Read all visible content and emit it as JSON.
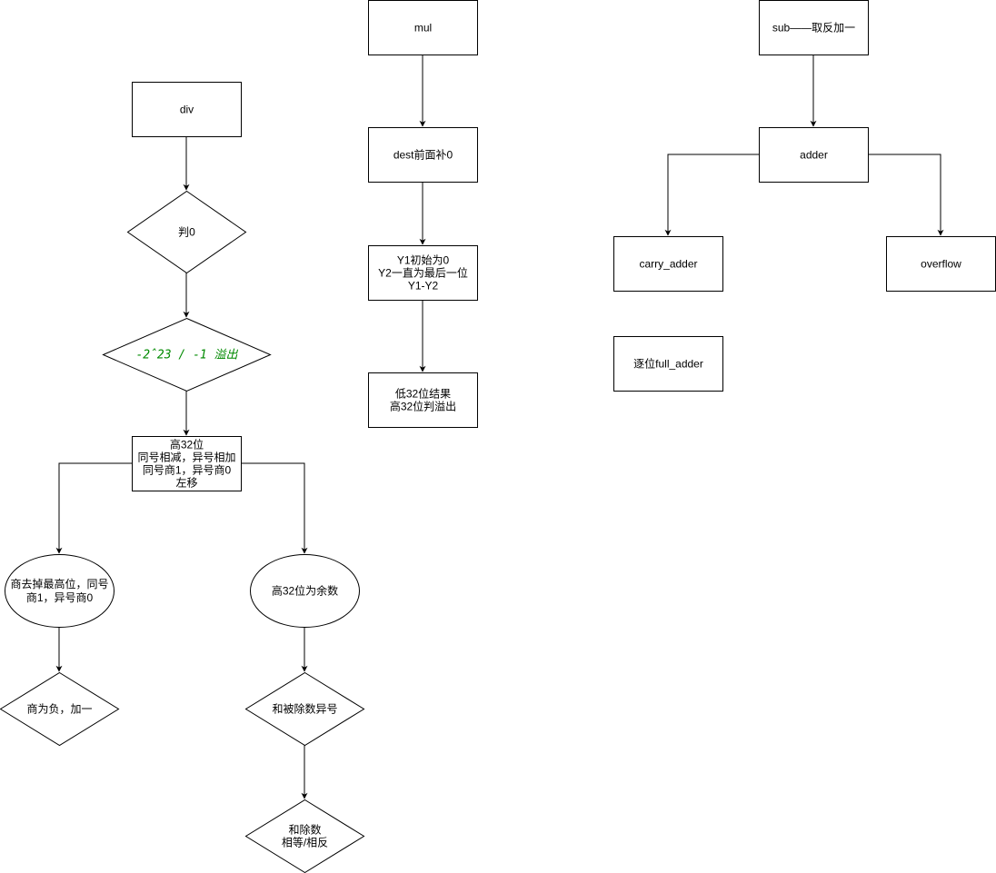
{
  "nodes": {
    "div": {
      "lines": [
        "div"
      ]
    },
    "check_zero": {
      "lines": [
        "判0"
      ]
    },
    "overflow_check": {
      "lines": [
        "-2ˆ23 / -1  溢出"
      ]
    },
    "high32_step": {
      "lines": [
        "高32位",
        "同号相减，异号相加",
        "同号商1，异号商0",
        "左移"
      ]
    },
    "quotient_shift": {
      "lines": [
        "商去掉最高位，同号",
        "商1，异号商0"
      ]
    },
    "quotient_negative": {
      "lines": [
        "商为负，加一"
      ]
    },
    "high32_remainder": {
      "lines": [
        "高32位为余数"
      ]
    },
    "dividend_sign": {
      "lines": [
        "和被除数异号"
      ]
    },
    "divisor_compare": {
      "lines": [
        "和除数",
        "相等/相反"
      ]
    },
    "mul": {
      "lines": [
        "mul"
      ]
    },
    "dest_pad": {
      "lines": [
        "dest前面补0"
      ]
    },
    "y_init": {
      "lines": [
        "Y1初始为0",
        "Y2一直为最后一位",
        "Y1-Y2"
      ]
    },
    "low32_result": {
      "lines": [
        "低32位结果",
        "高32位判溢出"
      ]
    },
    "sub": {
      "lines": [
        "sub——取反加一"
      ]
    },
    "adder": {
      "lines": [
        "adder"
      ]
    },
    "carry_adder": {
      "lines": [
        "carry_adder"
      ]
    },
    "overflow": {
      "lines": [
        "overflow"
      ]
    },
    "full_adder": {
      "lines": [
        "逐位full_adder"
      ]
    }
  },
  "colors": {
    "stroke": "#000000",
    "fill": "#ffffff",
    "text": "#000000",
    "highlight_text": "#008a00"
  }
}
